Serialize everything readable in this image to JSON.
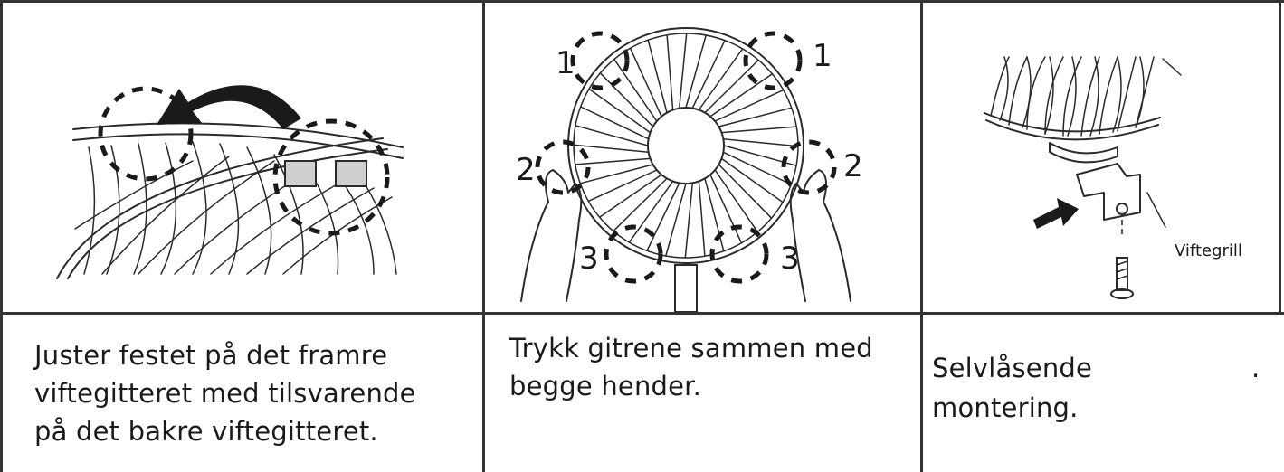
{
  "panels": [
    {
      "caption": "Juster festet på det framre viftegitteret med tilsvarende på det bakre viftegitteret."
    },
    {
      "caption": "Trykk gitrene sammen med begge hender.",
      "markers": {
        "top": "1",
        "middle": "2",
        "bottom": "3"
      }
    },
    {
      "caption_part1": "Selvlåsende",
      "caption_dot": ".",
      "caption_part2": "montering.",
      "diagram_label": "Viftegrill"
    }
  ],
  "icons": [
    "rotate-arrow-icon",
    "push-arrow-icon",
    "screw-icon"
  ]
}
